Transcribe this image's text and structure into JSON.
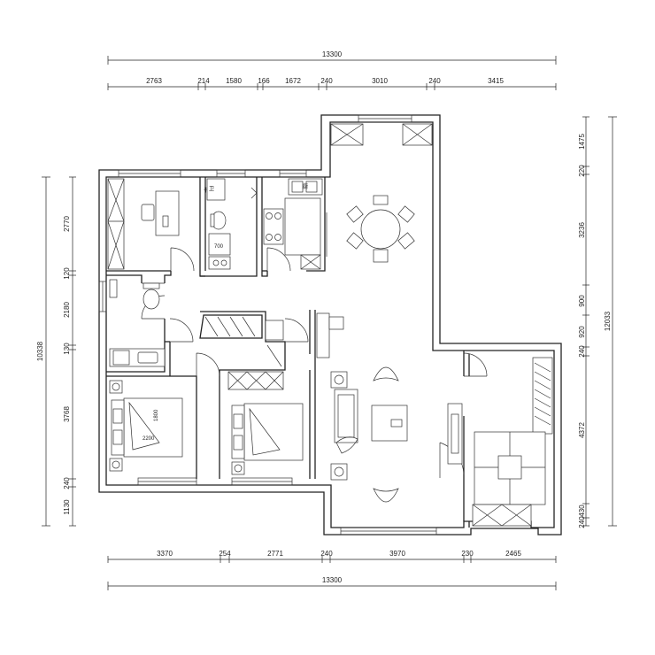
{
  "dimensions": {
    "top_total": "13300",
    "top_segments": [
      "2763",
      "214",
      "1580",
      "166",
      "1672",
      "240",
      "3010",
      "240",
      "3415"
    ],
    "bottom_total": "13300",
    "bottom_segments": [
      "3370",
      "254",
      "2771",
      "240",
      "3970",
      "230",
      "2465"
    ],
    "left_total": "10338",
    "left_segments": [
      "2770",
      "120",
      "2180",
      "130",
      "3768",
      "240",
      "1130"
    ],
    "right_total": "12033",
    "right_segments": [
      "1475",
      "220",
      "3236",
      "900",
      "920",
      "240",
      "4372",
      "430",
      "240"
    ]
  },
  "labels": {
    "bed_left_width": "2200",
    "bed_left_length": "1800",
    "bath_fixture": "700",
    "kitchen_tag": "厨",
    "bath_tag": "卫",
    "study_tag": "书"
  }
}
